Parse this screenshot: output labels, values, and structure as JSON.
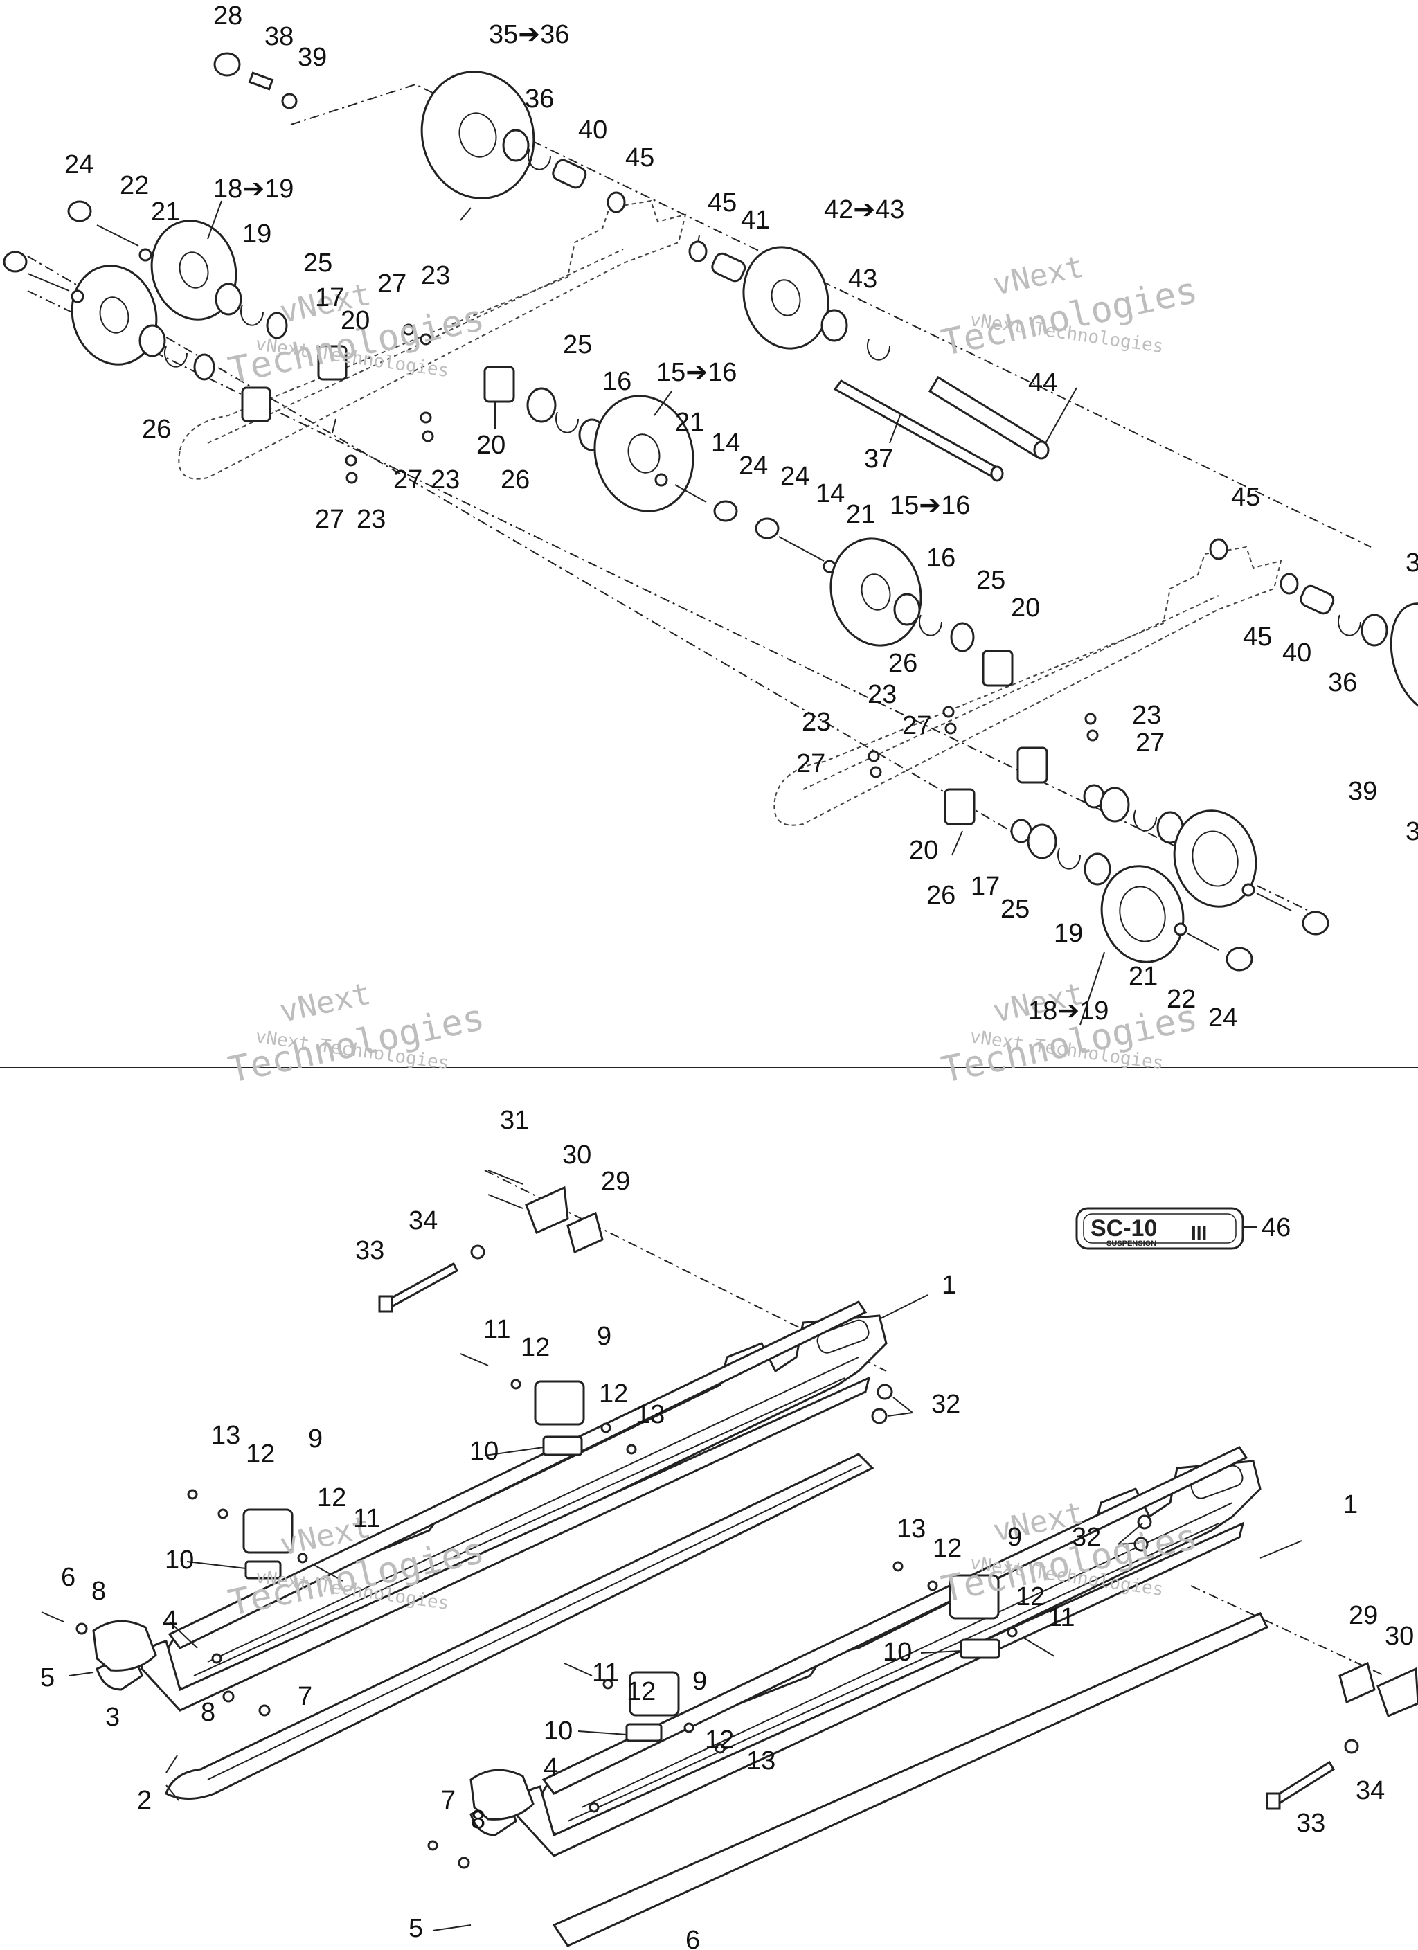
{
  "watermark": {
    "line1": "vNext",
    "line2": "vNext Technologies",
    "line3": "Technologies"
  },
  "badge": {
    "main": "SC-10",
    "sub": "SUSPENSION",
    "roman": "III"
  },
  "labels": {
    "l28": "28",
    "l38": "38",
    "l39a": "39",
    "l3536": "35➔36",
    "l36a": "36",
    "l40a": "40",
    "l45a": "45",
    "l24a": "24",
    "l22a": "22",
    "l21a": "21",
    "l1819a": "18➔19",
    "l19a": "19",
    "l25a": "25",
    "l17a": "17",
    "l20a": "20",
    "l27a": "27",
    "l23a": "23",
    "l45b": "45",
    "l41": "41",
    "l4243": "42➔43",
    "l43": "43",
    "l26a": "26",
    "l27b": "27",
    "l23b": "23",
    "l27c": "27",
    "l23c": "23",
    "l20b": "20",
    "l26b": "26",
    "l25b": "25",
    "l16a": "16",
    "l1516a": "15➔16",
    "l21b": "21",
    "l14a": "14",
    "l24b": "24",
    "l44": "44",
    "l37": "37",
    "l45c": "45",
    "l24c": "24",
    "l14b": "14",
    "l21c": "21",
    "l1516b": "15➔16",
    "l16b": "16",
    "l25c": "25",
    "l20c": "20",
    "l26c": "26",
    "l45d": "45",
    "l40b": "40",
    "l36b": "36",
    "l3a": "3",
    "l23d": "23",
    "l27d": "27",
    "l23e": "23",
    "l27e": "27",
    "l23f": "23",
    "l27f": "27",
    "l39b": "39",
    "l3b": "3",
    "l20d": "20",
    "l26d": "26",
    "l17b": "17",
    "l25d": "25",
    "l19b": "19",
    "l21d": "21",
    "l22b": "22",
    "l24d": "24",
    "l1819b": "18➔19",
    "m31": "31",
    "m30a": "30",
    "m29a": "29",
    "m34a": "34",
    "m33a": "33",
    "m46": "46",
    "m1a": "1",
    "m11a": "11",
    "m12a": "12",
    "m9a": "9",
    "m12b": "12",
    "m13a": "13",
    "m32a": "32",
    "m10a": "10",
    "m13b": "13",
    "m12c": "12",
    "m9b": "9",
    "m12d": "12",
    "m11b": "11",
    "m10b": "10",
    "m6a": "6",
    "m8a": "8",
    "m4a": "4",
    "m5a": "5",
    "m8b": "8",
    "m7a": "7",
    "m3": "3",
    "m2": "2",
    "m13c": "13",
    "m12e": "12",
    "m9c": "9",
    "m32b": "32",
    "m1b": "1",
    "m12f": "12",
    "m11c": "11",
    "m10c": "10",
    "m29b": "29",
    "m30b": "30",
    "m34b": "34",
    "m33b": "33",
    "m11d": "11",
    "m12g": "12",
    "m9d": "9",
    "m12h": "12",
    "m13d": "13",
    "m10d": "10",
    "m7b": "7",
    "m8c": "8",
    "m4b": "4",
    "m5b": "5",
    "m6b": "6"
  }
}
